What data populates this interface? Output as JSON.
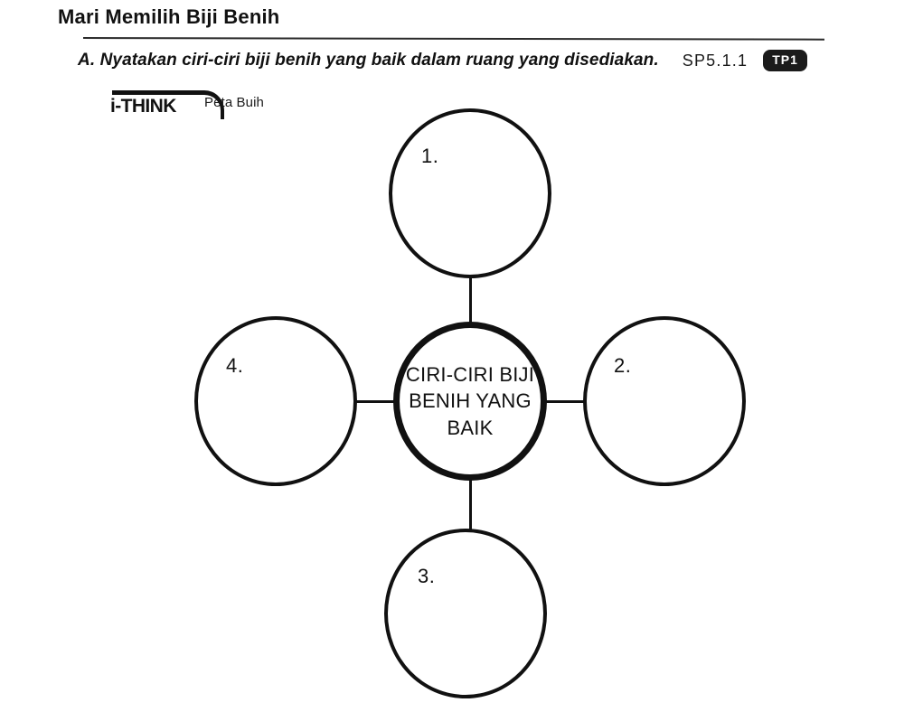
{
  "header": {
    "title": "Mari Memilih Biji Benih"
  },
  "instruction": {
    "text": "A. Nyatakan ciri-ciri biji benih yang baik dalam ruang yang disediakan.",
    "sp_code": "SP5.1.1",
    "tp_badge": "TP1"
  },
  "ithink": {
    "brand": "i-THINK",
    "map_type": "Peta Buih"
  },
  "bubble_map": {
    "center": {
      "label": "CIRI-CIRI BIJI\nBENIH YANG\nBAIK"
    },
    "bubbles": [
      {
        "number": "1.",
        "answer": ""
      },
      {
        "number": "2.",
        "answer": ""
      },
      {
        "number": "3.",
        "answer": ""
      },
      {
        "number": "4.",
        "answer": ""
      }
    ]
  },
  "colors": {
    "ink": "#111111",
    "paper": "#ffffff",
    "badge_bg": "#1b1b1b",
    "badge_text": "#ffffff"
  }
}
